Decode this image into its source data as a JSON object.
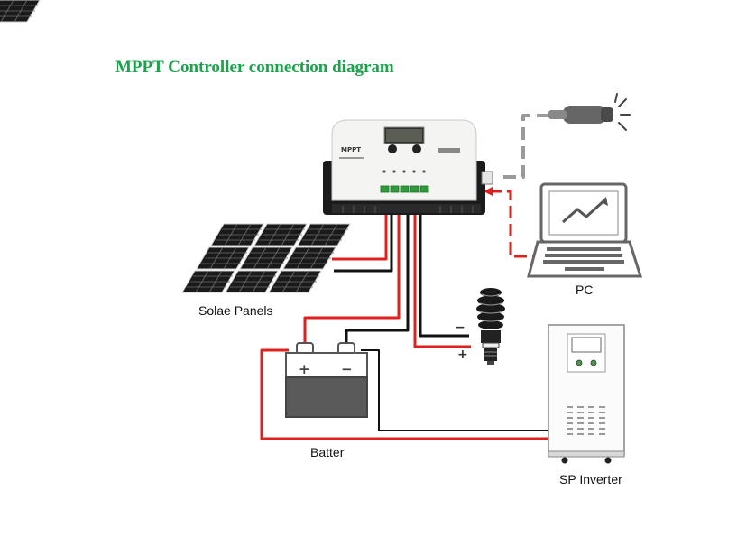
{
  "title": "MPPT Controller connection diagram",
  "labels": {
    "solar": "Solae Panels",
    "pc": "PC",
    "battery": "Batter",
    "inverter": "SP Inverter",
    "controller_brand": "MPPT",
    "battery_plus": "+",
    "battery_minus": "−",
    "load_plus": "+",
    "load_minus": "−"
  },
  "colors": {
    "title": "#1aa34a",
    "positive_wire": "#e0201e",
    "negative_wire": "#111111",
    "data_wire": "#9a9a9a",
    "usb_wire": "#e0201e"
  },
  "icons": [
    "mppt-controller",
    "solar-panel-array",
    "car-lighter-plug",
    "laptop-icon",
    "battery-icon",
    "cfl-bulb-icon",
    "inverter-icon"
  ]
}
